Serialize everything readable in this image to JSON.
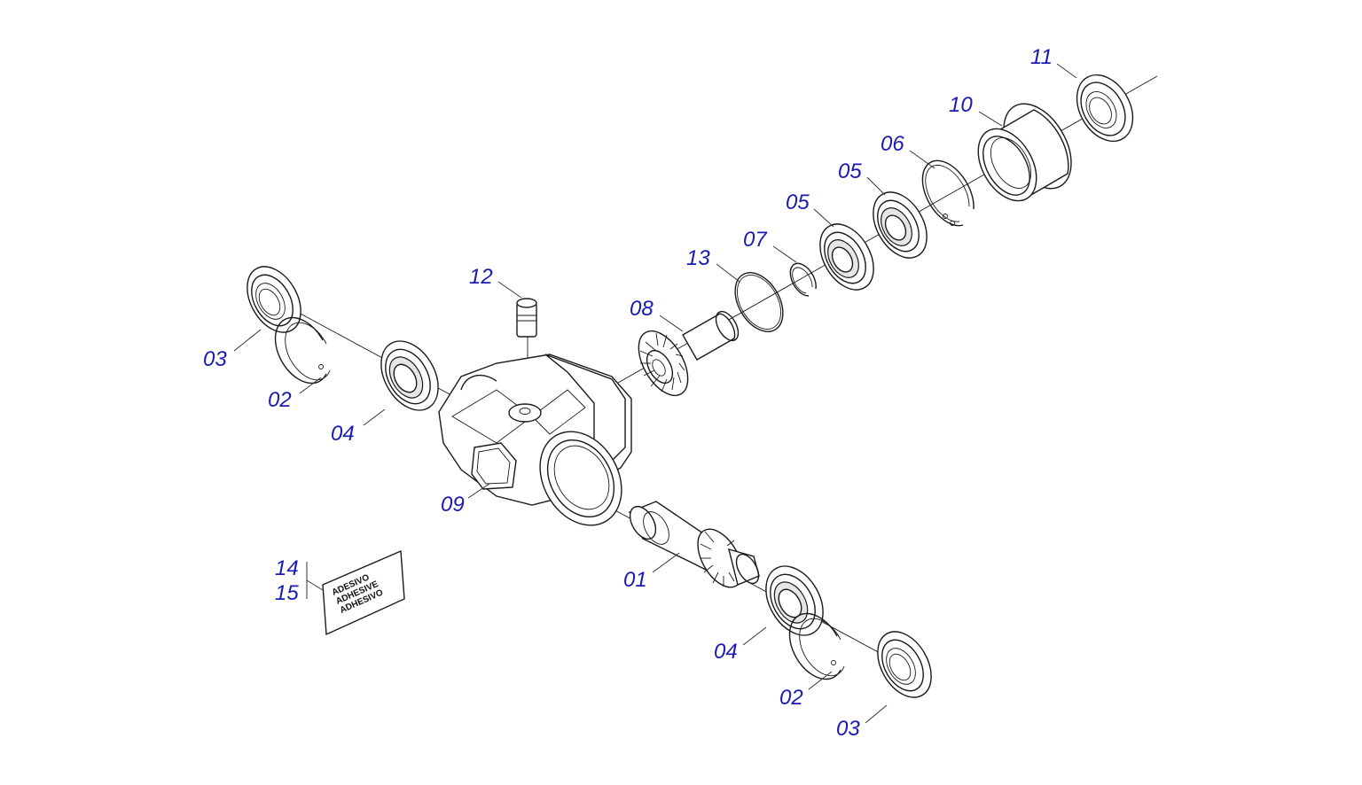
{
  "callouts": {
    "c01": "01",
    "c02a": "02",
    "c02b": "02",
    "c03a": "03",
    "c03b": "03",
    "c04a": "04",
    "c04b": "04",
    "c05a": "05",
    "c05b": "05",
    "c06": "06",
    "c07": "07",
    "c08": "08",
    "c09": "09",
    "c10": "10",
    "c11": "11",
    "c12": "12",
    "c13": "13",
    "c14": "14",
    "c15": "15"
  },
  "sticker": {
    "line1": "ADESIVO",
    "line2": "ADHESIVE",
    "line3": "ADHESIVO"
  },
  "colors": {
    "callout": "#1a1ab4",
    "line": "#1a1a1a"
  }
}
